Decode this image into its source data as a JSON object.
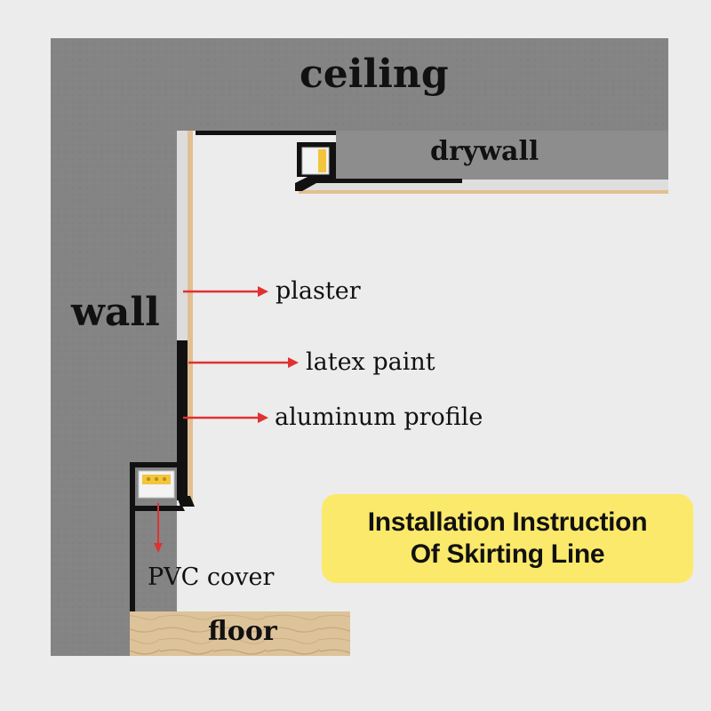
{
  "labels": {
    "ceiling": "ceiling",
    "drywall": "drywall",
    "wall": "wall",
    "plaster": "plaster",
    "latex_paint": "latex paint",
    "aluminum_profile": "aluminum profile",
    "pvc_cover": "PVC cover",
    "floor": "floor"
  },
  "title": {
    "line1": "Installation Instruction",
    "line2": "Of Skirting Line"
  },
  "colors": {
    "background": "#ececec",
    "concrete": "#848484",
    "drywall": "#8d8d8d",
    "plaster": "#e2bf92",
    "profile": "#111111",
    "led": "#f2c53a",
    "arrow": "#e03131",
    "floor": "#dcc39a",
    "title_bg": "#fbe96b"
  }
}
